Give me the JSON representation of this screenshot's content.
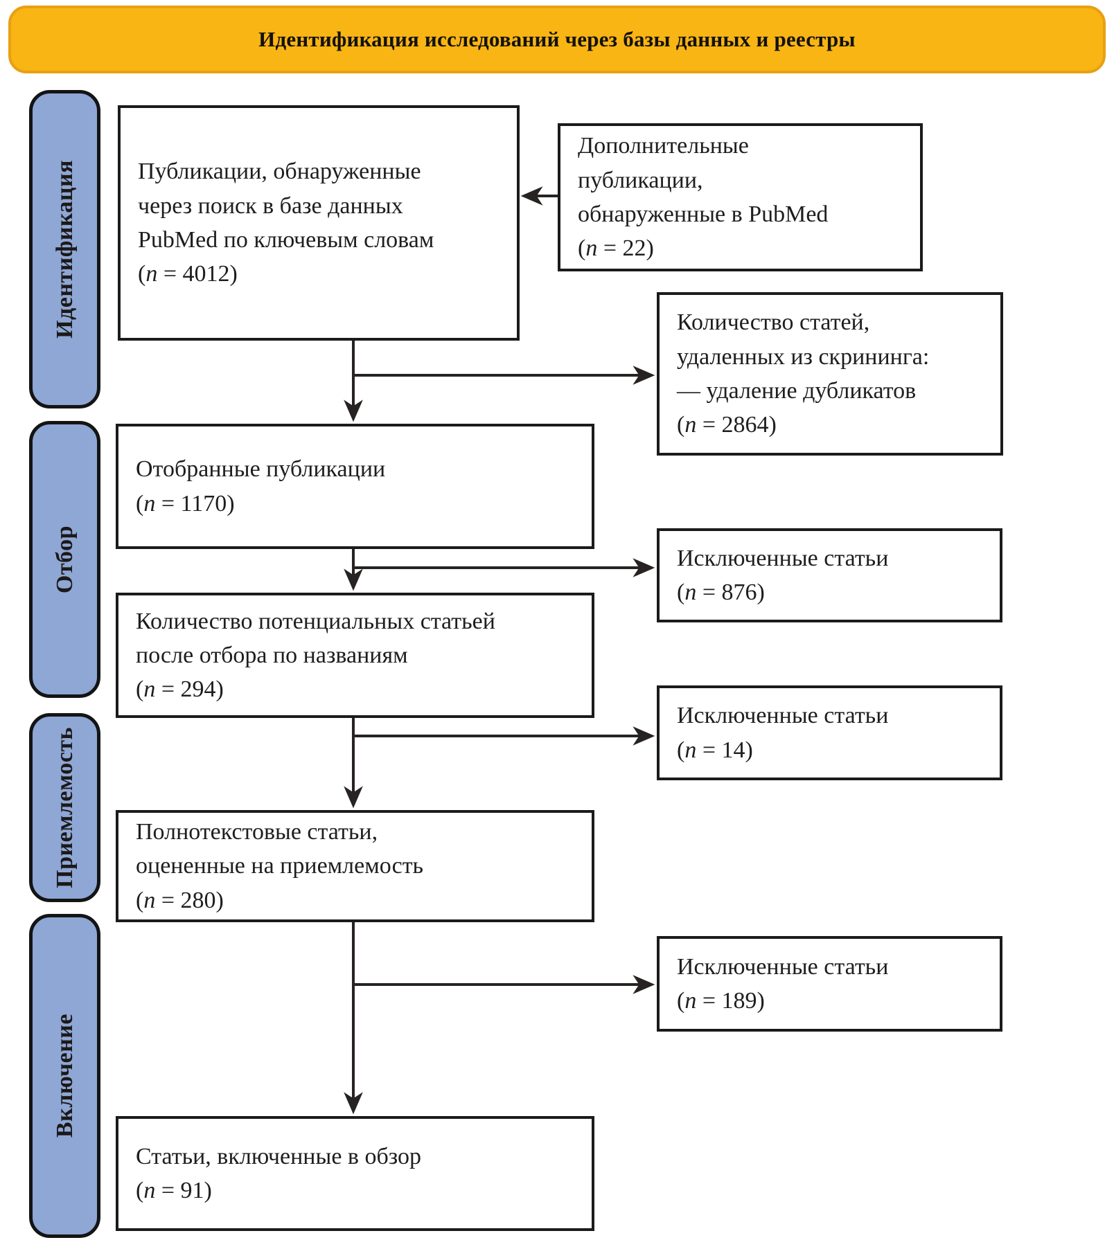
{
  "colors": {
    "header_fill": "#F9B513",
    "header_border": "#E8A012",
    "sidebar_fill": "#8FA7D5",
    "line_color": "#262322",
    "text_color": "#1F1D1E"
  },
  "header": {
    "title": "Идентификация исследований через базы данных и реестры"
  },
  "sidebar": {
    "items": [
      {
        "label": "Идентификация"
      },
      {
        "label": "Отбор"
      },
      {
        "label": "Приемлемость"
      },
      {
        "label": "Включение"
      }
    ]
  },
  "tokens": {
    "open": "(",
    "n": "n",
    "eq": " = ",
    "close": ")"
  },
  "flow": {
    "identified": {
      "lines": [
        "Публикации, обнаруженные",
        "через поиск в базе данных",
        "PubMed по ключевым словам"
      ],
      "n": "4012"
    },
    "additional": {
      "lines": [
        "Дополнительные",
        "публикации,",
        "обнаруженные в PubMed"
      ],
      "n": "22"
    },
    "removed_screening": {
      "lines": [
        "Количество статей,",
        "удаленных из скрининга:",
        "— удаление дубликатов"
      ],
      "n": "2864"
    },
    "screened": {
      "lines": [
        "Отобранные публикации"
      ],
      "n": "1170"
    },
    "excluded_after_screening": {
      "lines": [
        "Исключенные статьи"
      ],
      "n": "876"
    },
    "potential_after_titles": {
      "lines": [
        "Количество потенциальных статьей",
        "после отбора по названиям"
      ],
      "n": "294"
    },
    "excluded_after_titles": {
      "lines": [
        "Исключенные статьи"
      ],
      "n": "14"
    },
    "fulltext_assessed": {
      "lines": [
        "Полнотекстовые статьи,",
        "оцененные на приемлемость"
      ],
      "n": "280"
    },
    "excluded_fulltext": {
      "lines": [
        "Исключенные статьи"
      ],
      "n": "189"
    },
    "included": {
      "lines": [
        "Статьи, включенные в обзор"
      ],
      "n": "91"
    }
  }
}
